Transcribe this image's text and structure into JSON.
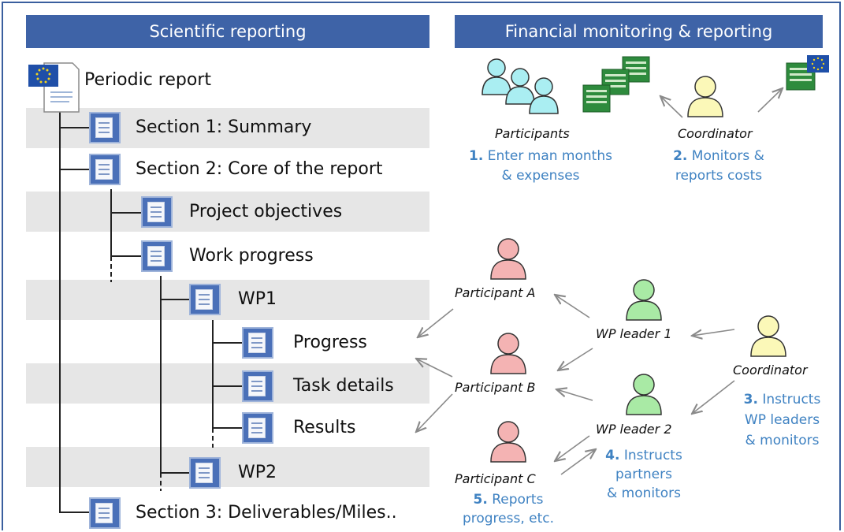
{
  "headers": {
    "left": "Scientific reporting",
    "right": "Financial monitoring & reporting"
  },
  "tree": {
    "root": "Periodic report",
    "sec1": "Section 1: Summary",
    "sec2": "Section 2: Core of the report",
    "objectives": "Project objectives",
    "progress_node": "Work progress",
    "wp1": "WP1",
    "progress": "Progress",
    "task": "Task details",
    "results": "Results",
    "wp2": "WP2",
    "sec3": "Section 3: Deliverables/Miles.."
  },
  "financial": {
    "participants_label": "Participants",
    "coordinator_label": "Coordinator",
    "step1_num": "1.",
    "step1_line1": "Enter man months",
    "step1_line2": "& expenses",
    "step2_num": "2.",
    "step2_line1": "Monitors &",
    "step2_line2": "reports costs"
  },
  "workflow": {
    "participant_a": "Participant A",
    "participant_b": "Participant B",
    "participant_c": "Participant C",
    "wp_leader_1": "WP leader 1",
    "wp_leader_2": "WP leader 2",
    "coordinator": "Coordinator",
    "step3_num": "3.",
    "step3_line1": "Instructs",
    "step3_line2": "WP leaders",
    "step3_line3": "& monitors",
    "step4_num": "4.",
    "step4_line1": "Instructs",
    "step4_line2": "partners",
    "step4_line3": "& monitors",
    "step5_num": "5.",
    "step5_line1": "Reports",
    "step5_line2": "progress, etc."
  },
  "colors": {
    "header_bg": "#3e63a7",
    "band_bg": "#e6e6e6",
    "participant_fill": "#aaeef2",
    "coordinator_fill": "#fbf8b8",
    "partner_fill": "#f4b3b3",
    "wp_leader_fill": "#a9eaa5",
    "step_text": "#3f82c2"
  }
}
